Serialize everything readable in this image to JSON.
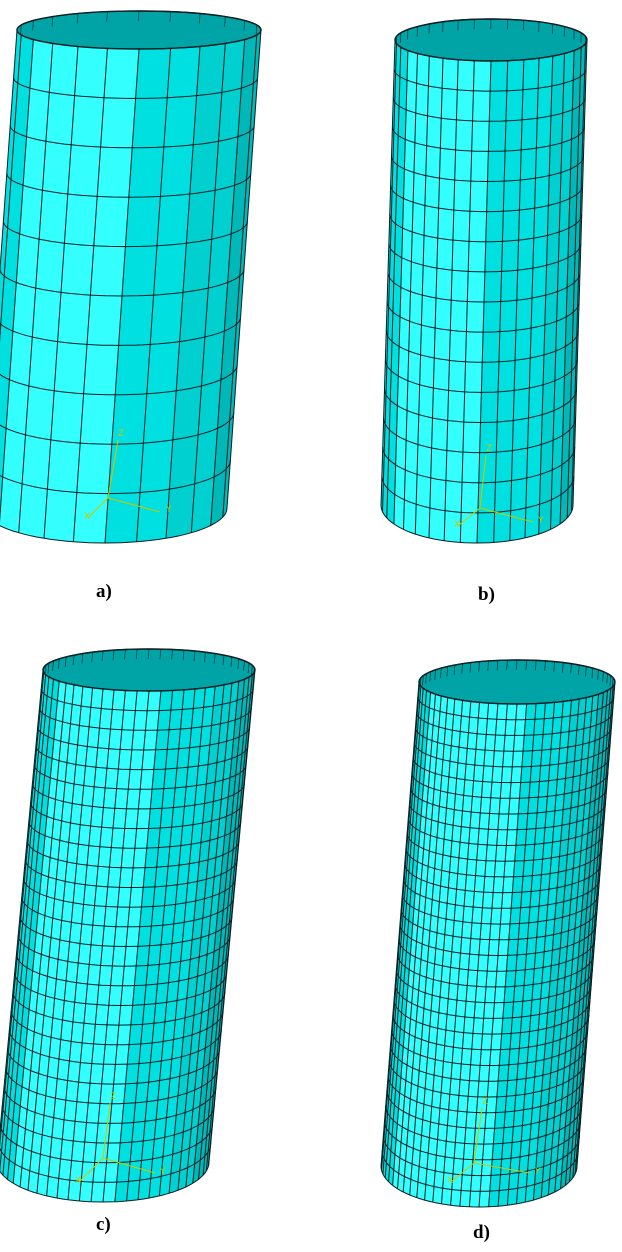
{
  "figure": {
    "colors": {
      "base": "#00e0e0",
      "light": "#33ffff",
      "dark": "#00c0c0",
      "inner": "#00a3a6",
      "edge": "#0b1f22",
      "triad": "#c8c800"
    },
    "panels": [
      {
        "id": "a",
        "label": "a)",
        "axes": {
          "x": "X",
          "y": "Y",
          "z": "Z"
        }
      },
      {
        "id": "b",
        "label": "b)",
        "axes": {
          "x": "X",
          "y": "Y",
          "z": "Z"
        }
      },
      {
        "id": "c",
        "label": "c)",
        "axes": {
          "x": "X",
          "y": "Y",
          "z": "Z"
        }
      },
      {
        "id": "d",
        "label": "d)",
        "axes": {
          "x": "X",
          "y": "Y",
          "z": "Z"
        }
      }
    ]
  }
}
